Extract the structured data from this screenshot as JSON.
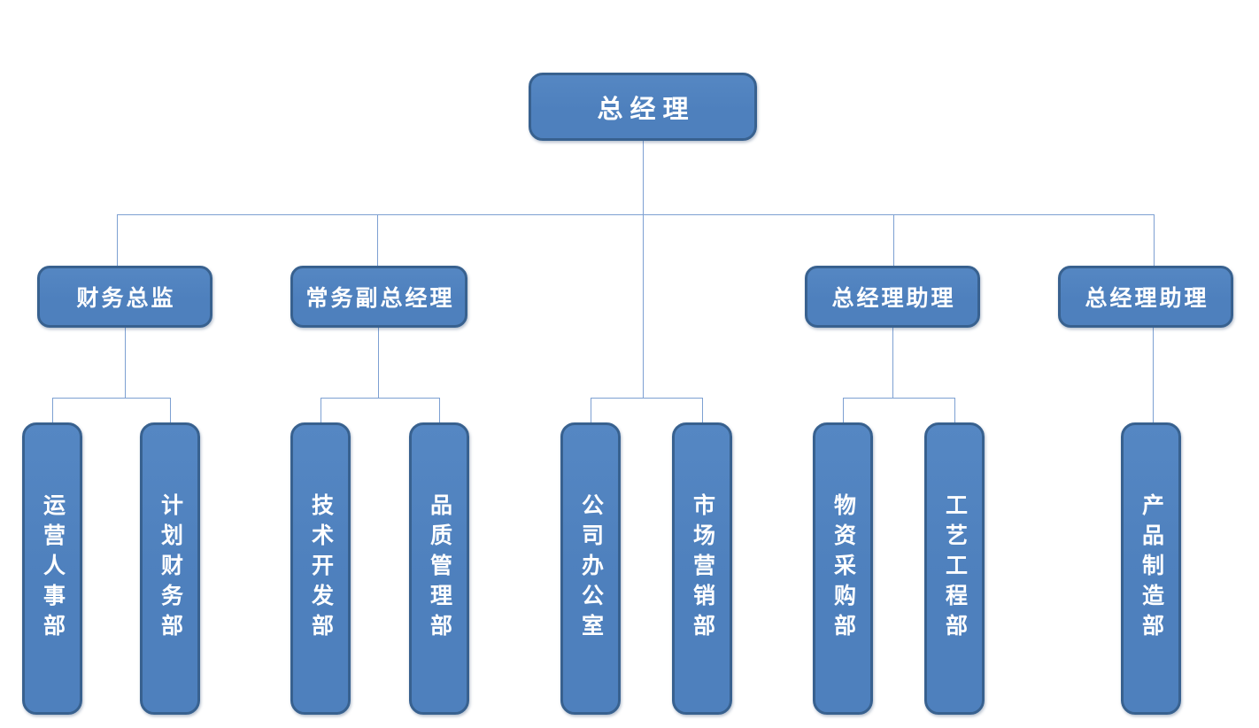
{
  "colors": {
    "box_fill": "#4e80bd",
    "box_fill_light": "#5587c3",
    "box_border": "#38618f",
    "connector": "#7da0d2",
    "text": "#ffffff"
  },
  "org_chart": {
    "root": {
      "label": "总经理",
      "direct_departments": [
        "公司办公室",
        "市场营销部"
      ]
    },
    "managers": [
      {
        "label": "财务总监",
        "departments": [
          "运营人事部",
          "计划财务部"
        ]
      },
      {
        "label": "常务副总经理",
        "departments": [
          "技术开发部",
          "品质管理部"
        ]
      },
      {
        "label": "总经理助理",
        "departments": [
          "物资采购部",
          "工艺工程部"
        ]
      },
      {
        "label": "总经理助理",
        "departments": [
          "产品制造部"
        ]
      }
    ]
  }
}
